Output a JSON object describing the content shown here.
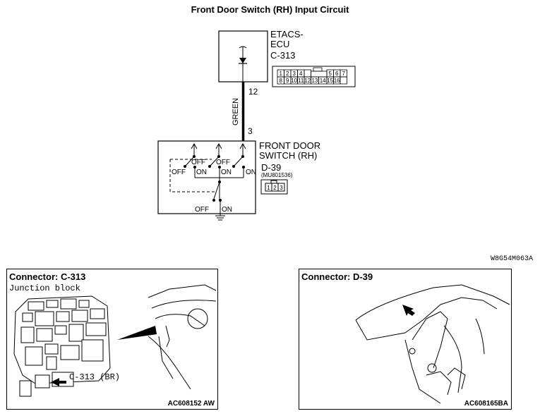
{
  "title": "Front Door Switch (RH) Input Circuit",
  "ecu": {
    "name_line1": "ETACS-",
    "name_line2": "ECU",
    "connector": "C-313",
    "pins_top": [
      "1",
      "2",
      "3",
      "4",
      "",
      "5",
      "6",
      "7"
    ],
    "pins_bottom": [
      "8",
      "9",
      "10",
      "11",
      "12",
      "13",
      "14",
      "15",
      "16"
    ]
  },
  "wire": {
    "pin_ecu": "12",
    "color": "GREEN",
    "pin_switch": "3"
  },
  "switch": {
    "name_line1": "FRONT DOOR",
    "name_line2": "SWITCH (RH)",
    "connector": "D-39",
    "part_no": "(MU801536)",
    "pins": [
      "1",
      "2",
      "3"
    ],
    "labels": {
      "off": "OFF",
      "on": "ON"
    }
  },
  "figure_code": "W8G54M063A",
  "left_panel": {
    "title": "Connector: C-313",
    "subtitle": "Junction block",
    "callout": "C-313 (BR)",
    "code": "AC608152 AW"
  },
  "right_panel": {
    "title": "Connector: D-39",
    "code": "AC608165BA"
  }
}
